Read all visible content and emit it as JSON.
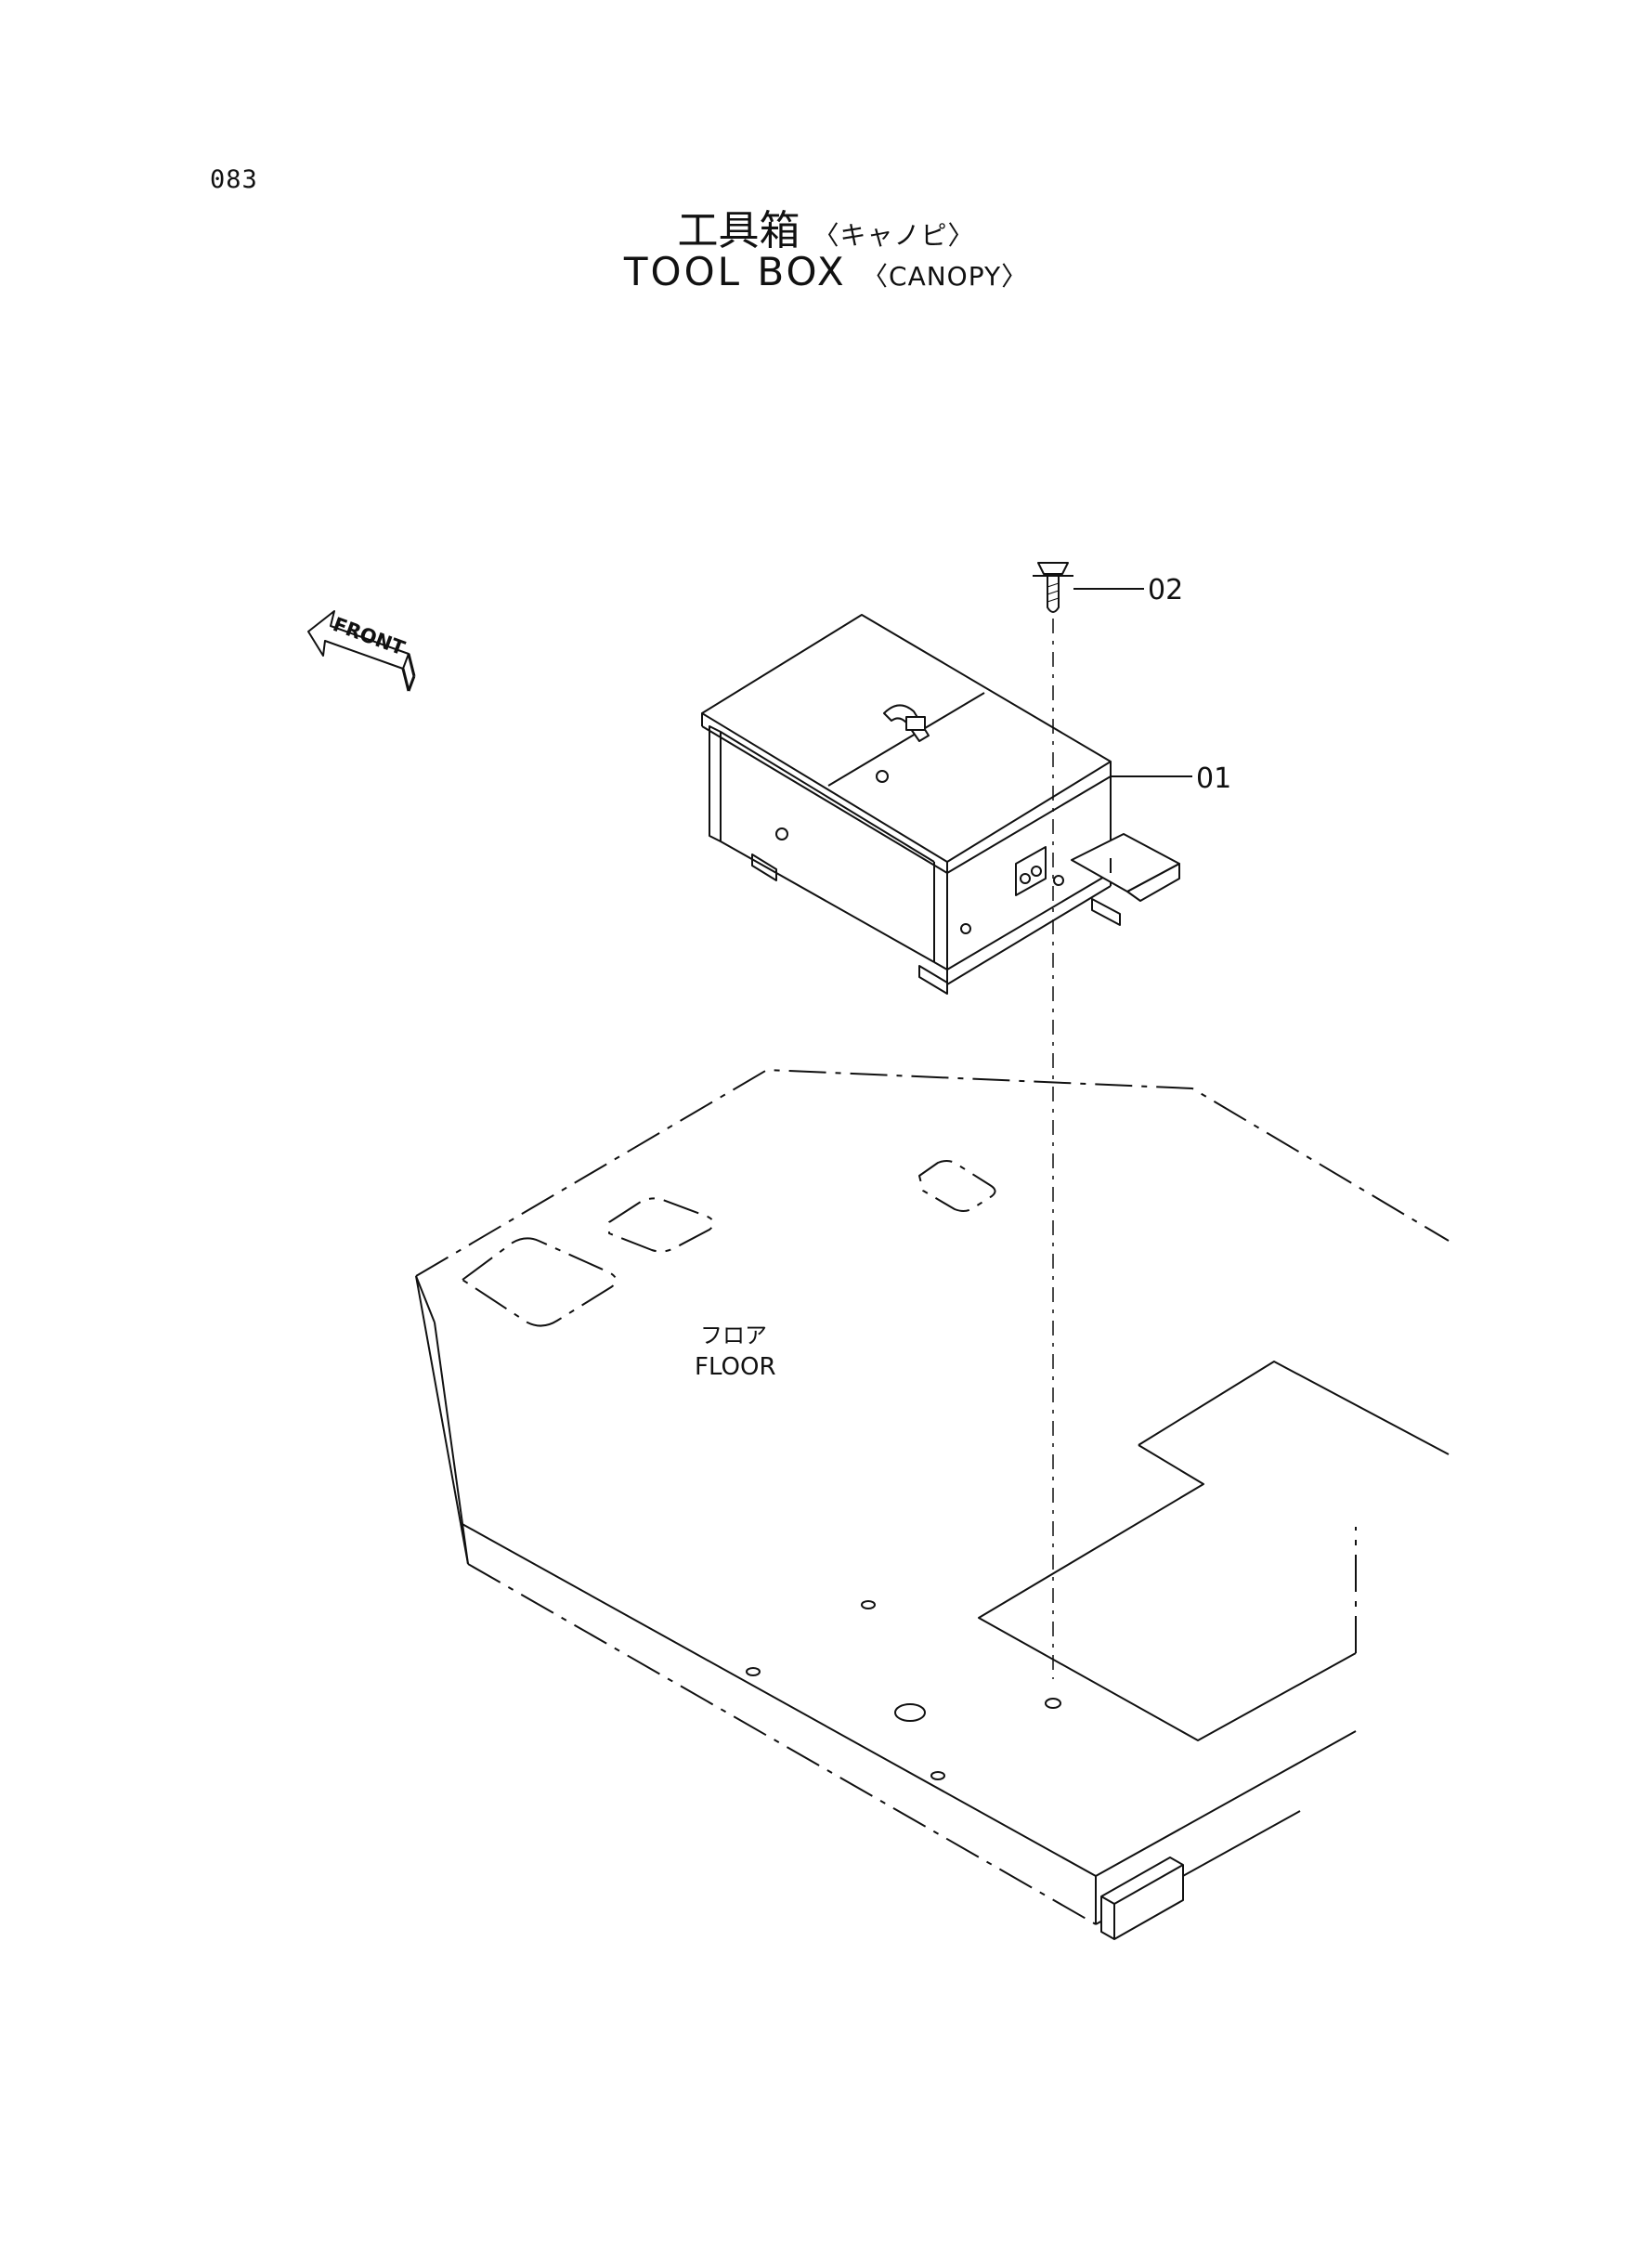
{
  "page": {
    "number": "083"
  },
  "title": {
    "jp": "工具箱",
    "jp_sub": "〈キャノピ〉",
    "en": "TOOL BOX",
    "en_sub": "〈CANOPY〉"
  },
  "callouts": {
    "bolt": "02",
    "tool_box": "01"
  },
  "labels": {
    "front": "FRONT",
    "floor_jp": "フロア",
    "floor_en": "FLOOR"
  }
}
